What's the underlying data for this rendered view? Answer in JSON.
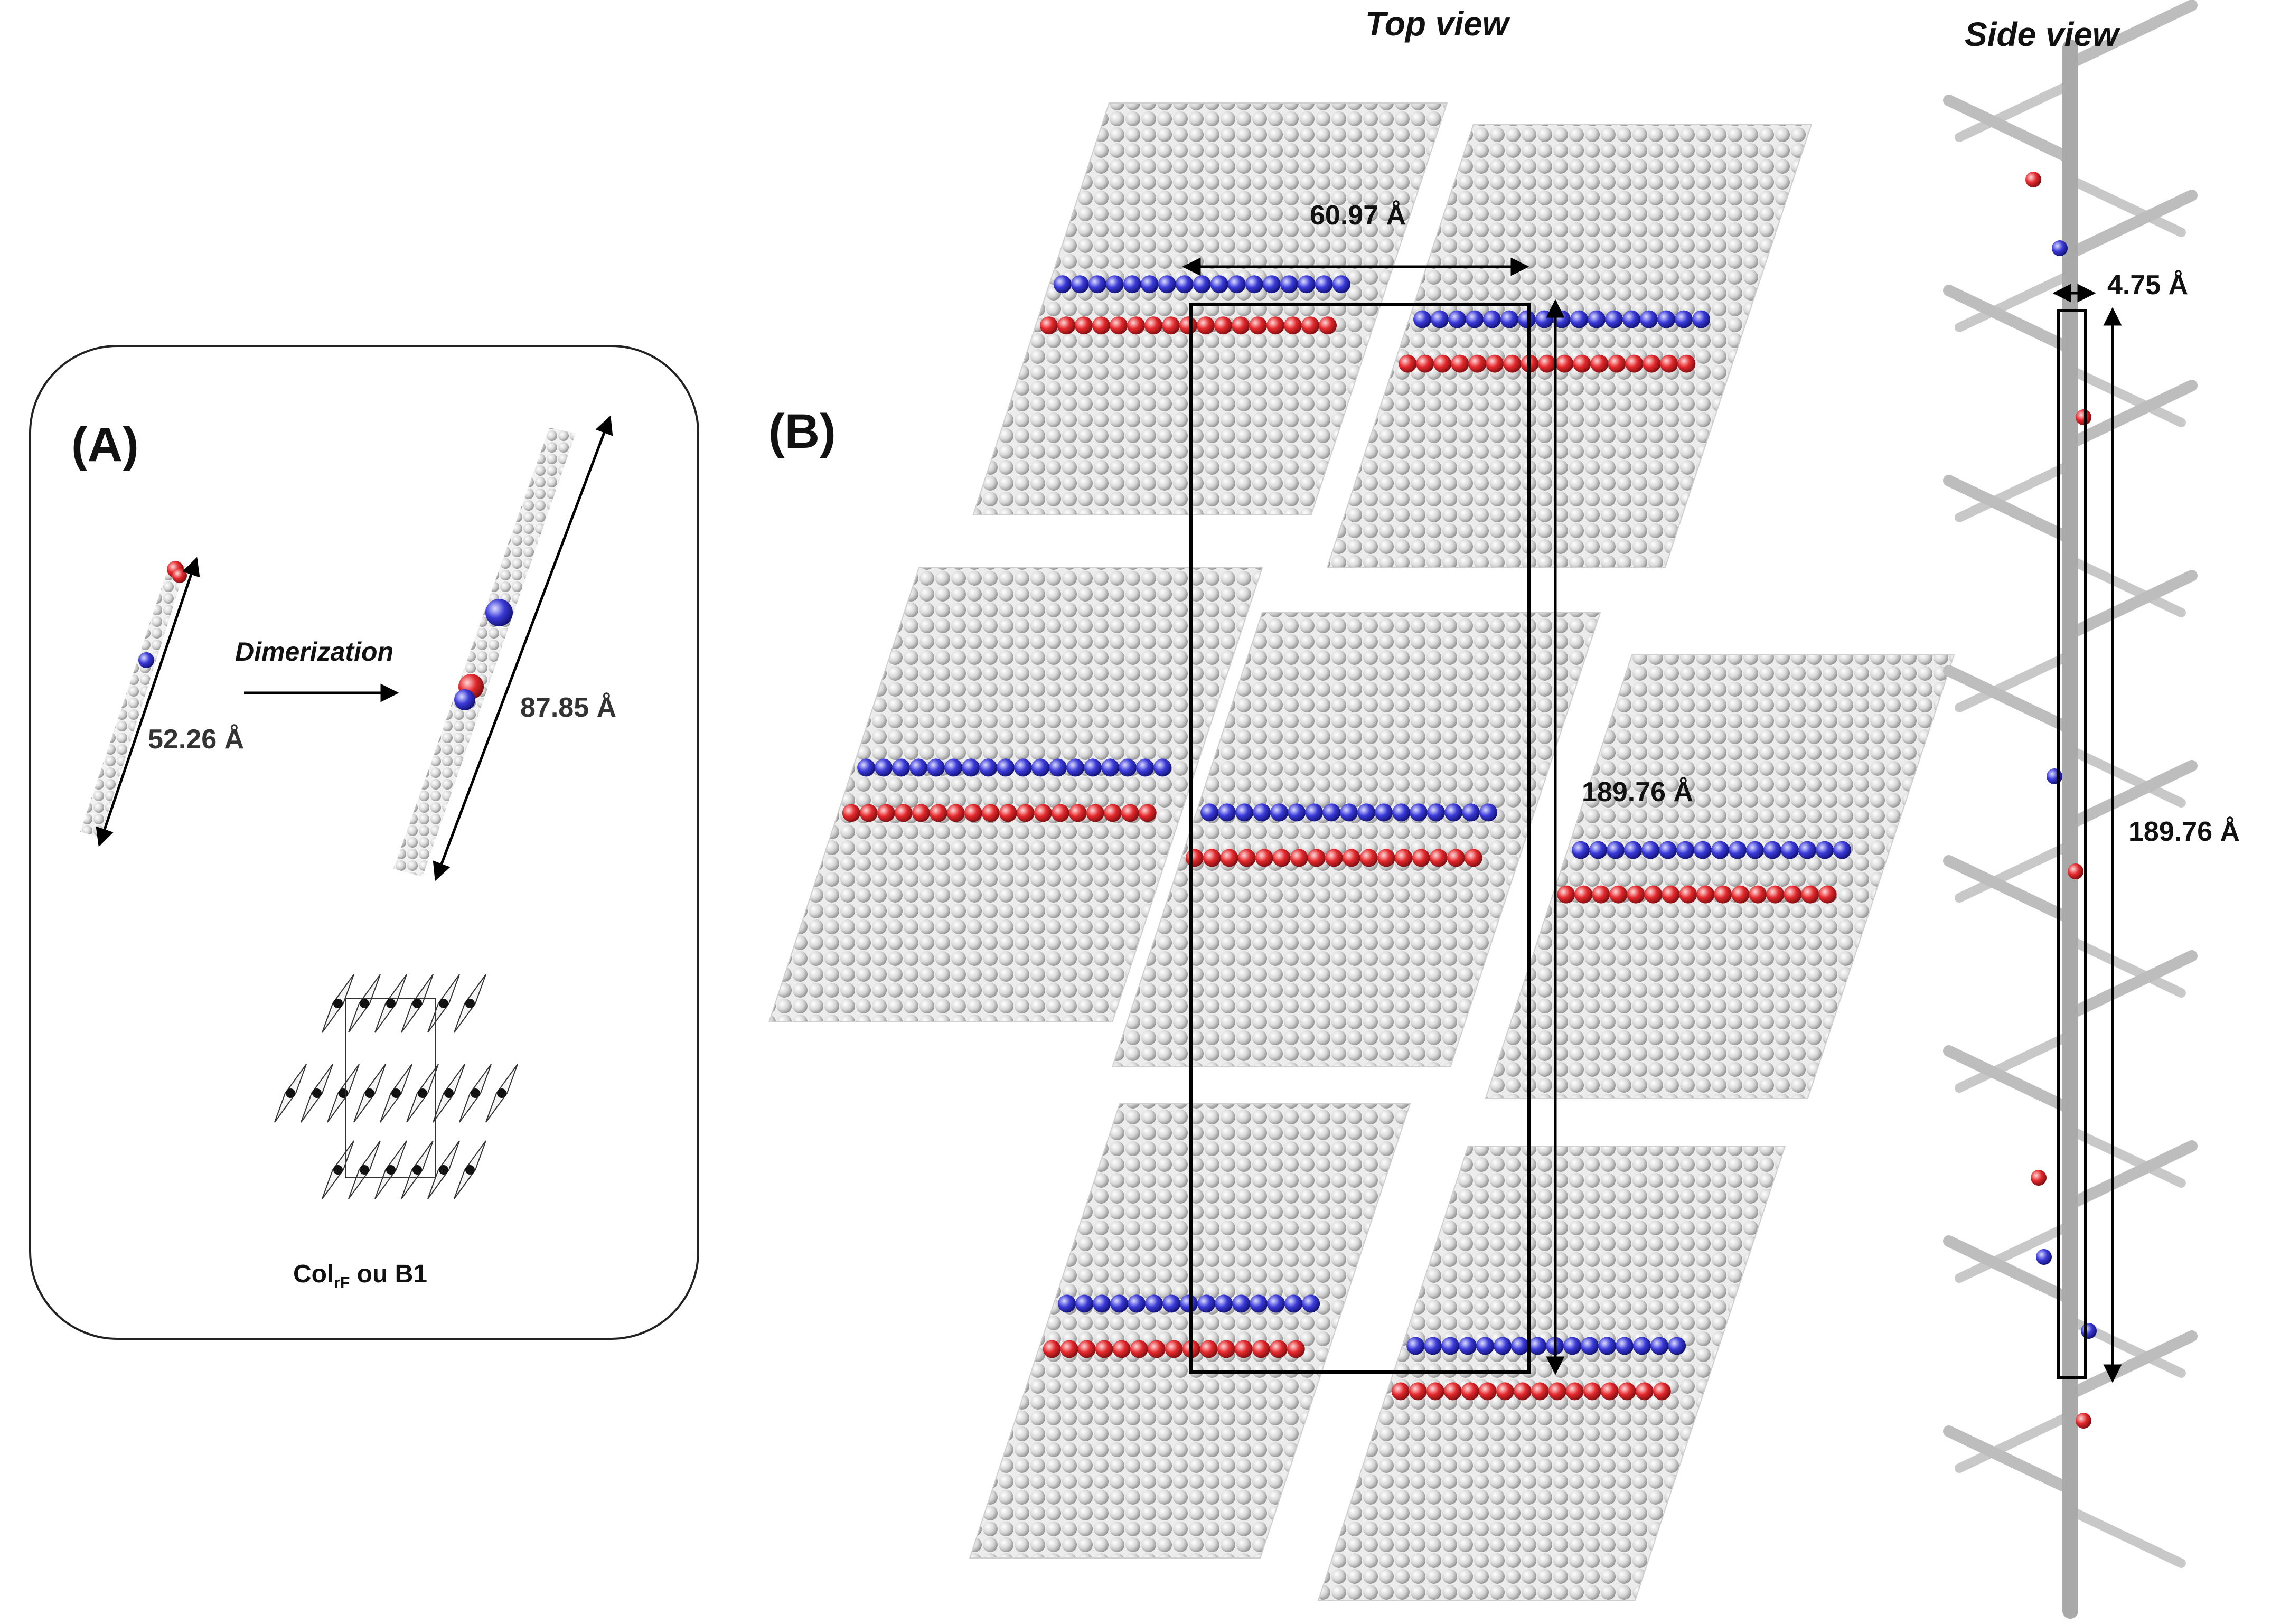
{
  "panels": {
    "a_label": "(A)",
    "b_label": "(B)"
  },
  "views": {
    "top": "Top view",
    "side": "Side view"
  },
  "panel_a": {
    "monomer_length": "52.26 Å",
    "dimer_length": "87.85 Å",
    "process_label": "Dimerization",
    "phase_main": "Col",
    "phase_sub": "rF",
    "phase_rest": " ou B1"
  },
  "panel_b": {
    "width_top": "60.97  Å",
    "length_top": "189.76  Å",
    "width_side": "4.75  Å",
    "length_side": "189.76  Å"
  },
  "colors": {
    "atom_carbon": "#d9d9d9",
    "atom_nitrogen": "#2a2ac8",
    "atom_oxygen": "#e0282c",
    "frame": "#000000"
  }
}
